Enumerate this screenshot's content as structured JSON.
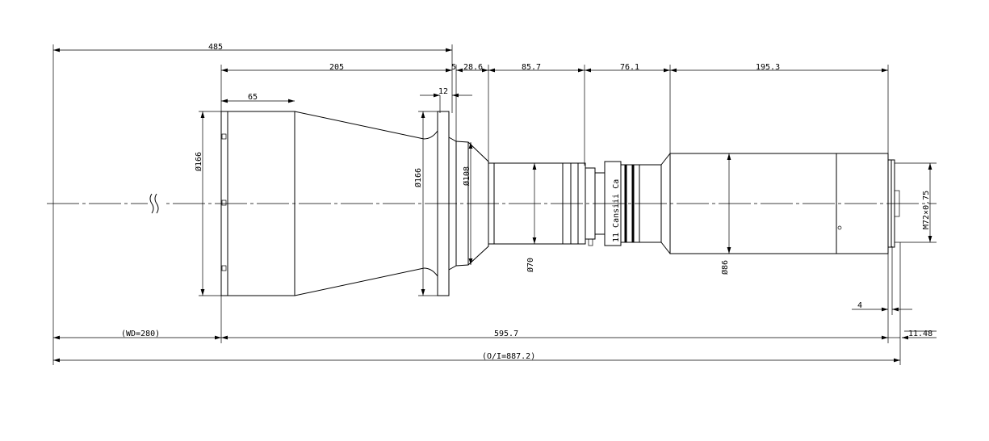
{
  "dimensions": {
    "total_top": "485",
    "front_group": "205",
    "hood": "65",
    "flange_thk": "12",
    "gap_5": "5",
    "neck": "28.6",
    "barrel_mid": "85.7",
    "coupler": "76.1",
    "rear_body": "195.3",
    "wd": "(WD=280)",
    "lens_len": "595.7",
    "back_focus": "11.48",
    "oi": "(O/I=887.2)",
    "thread_depth": "4"
  },
  "diameters": {
    "hood_dia": "Ø166",
    "flange_dia": "Ø166",
    "cone_dia": "Ø108",
    "barrel_dia": "Ø70",
    "rear_dia": "Ø86",
    "mount_thread": "M72×0.75"
  },
  "markings": {
    "ring_text": "11 Cansiii Ca"
  },
  "icons": {
    "break_mark": "break-symbol-icon"
  }
}
